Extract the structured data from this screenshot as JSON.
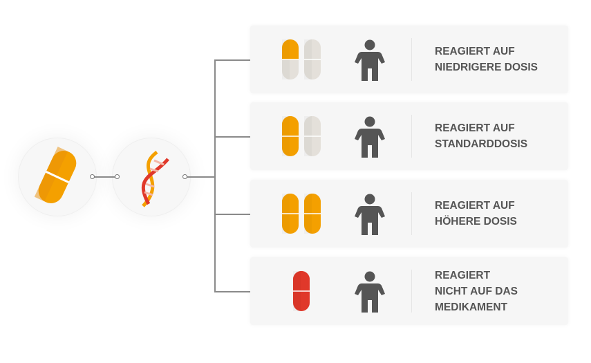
{
  "colors": {
    "orange": "#f4a000",
    "orange_dark": "#e8900a",
    "gray_pill": "#e4e0da",
    "red": "#e0382a",
    "person": "#555555"
  },
  "source": {
    "icon": "pill-icon"
  },
  "gene": {
    "icon": "dna-icon"
  },
  "rows": [
    {
      "lines": [
        "REAGIERT AUF",
        "NIEDRIGERE DOSIS"
      ],
      "dose_halves": 1,
      "pill_count": 2,
      "color": "orange"
    },
    {
      "lines": [
        "REAGIERT AUF",
        "STANDARDDOSIS"
      ],
      "dose_halves": 2,
      "pill_count": 2,
      "color": "orange"
    },
    {
      "lines": [
        "REAGIERT AUF",
        "HÖHERE DOSIS"
      ],
      "dose_halves": 4,
      "pill_count": 2,
      "color": "orange"
    },
    {
      "lines": [
        "REAGIERT",
        "NICHT AUF DAS",
        "MEDIKAMENT"
      ],
      "dose_halves": 2,
      "pill_count": 1,
      "color": "red"
    }
  ]
}
